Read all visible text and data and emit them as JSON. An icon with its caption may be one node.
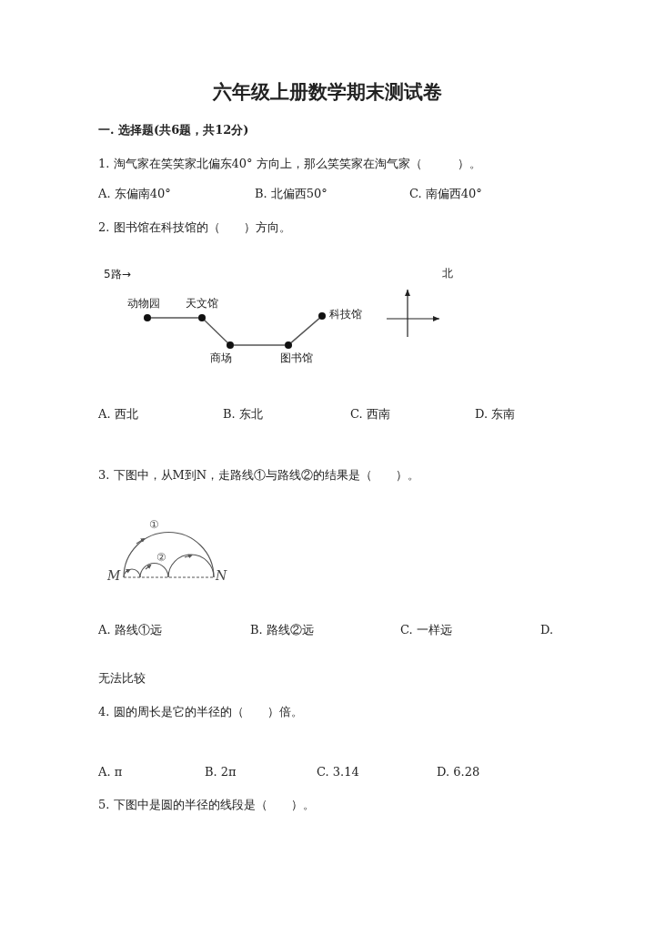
{
  "diagram": {
    "title": "六年级上册数学期末测试卷",
    "nodes": [
      {
        "text": [],
        "shape": "circle",
        "beside": [
          "动物园"
        ]
      },
      {
        "text": [],
        "shape": "circle",
        "beside": [
          "天文馆"
        ]
      },
      {
        "text": [],
        "shape": "circle",
        "beside": [
          "商场"
        ]
      },
      {
        "text": [],
        "shape": "circle",
        "beside": [
          "图书馆"
        ]
      },
      {
        "text": [],
        "shape": "circle",
        "beside": [
          "科技馆"
        ]
      }
    ],
    "edges": [
      {
        "from": 0,
        "to": 1,
        "arrow": "none"
      },
      {
        "from": 1,
        "to": 2,
        "arrow": "none"
      },
      {
        "from": 2,
        "to": 3,
        "arrow": "none"
      },
      {
        "from": 3,
        "to": 4,
        "arrow": "none"
      }
    ],
    "labels": [
      "一. 选择题(共6题，共12分)",
      "1. 淘气家在笑笑家北偏东40° 方向上，那么笑笑家在淘气家（　　　）。",
      "A. 东偏南40°",
      "B. 北偏西50°",
      "C. 南偏西40°",
      "2. 图书馆在科技馆的（　　）方向。",
      "5路→",
      "北",
      "A. 西北",
      "B. 东北",
      "C. 西南",
      "D. 东南",
      "3. 下图中，从M到N，走路线①与路线②的结果是（　　）。",
      "①",
      "②",
      "M",
      "N",
      "A. 路线①远",
      "B. 路线②远",
      "C. 一样远",
      "D.",
      "无法比较",
      "4. 圆的周长是它的半径的（　　）倍。",
      "A. π",
      "B. 2π",
      "C. 3.14",
      "D. 6.28",
      "5. 下图中是圆的半径的线段是（　　）。"
    ]
  }
}
